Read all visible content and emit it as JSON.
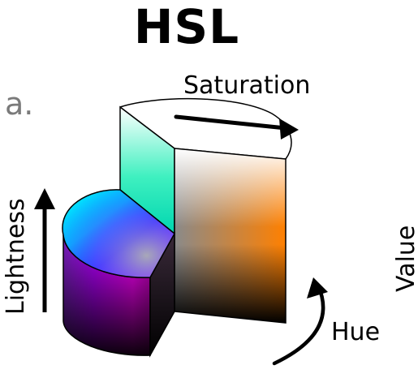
{
  "title": "HSL",
  "panel_letter": "a.",
  "labels": {
    "saturation": "Saturation",
    "lightness": "Lightness",
    "value": "Value",
    "hue": "Hue"
  },
  "colors": {
    "face_top_color": "#00e68a",
    "face_side_color": "#ff8a00",
    "magenta": "#ff00ff",
    "blue": "#1a2cff",
    "cyan": "#00ffff",
    "black": "#000000",
    "white": "#ffffff"
  }
}
